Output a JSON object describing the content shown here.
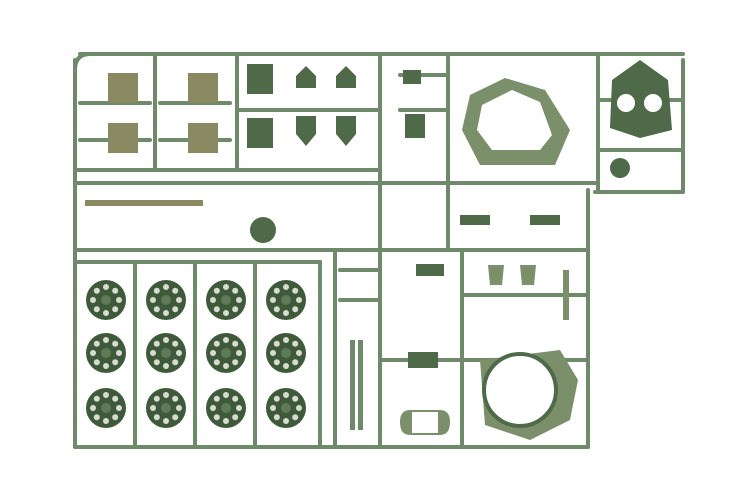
{
  "subject": "plastic-model-kit-sprue",
  "colors": {
    "background": "#ffffff",
    "sprue": "#6e8a6a",
    "part": "#4e6a48",
    "part_light": "#7a8f6a",
    "part_tan": "#8a8a62"
  },
  "wheels": {
    "rows": 3,
    "columns": 4
  }
}
